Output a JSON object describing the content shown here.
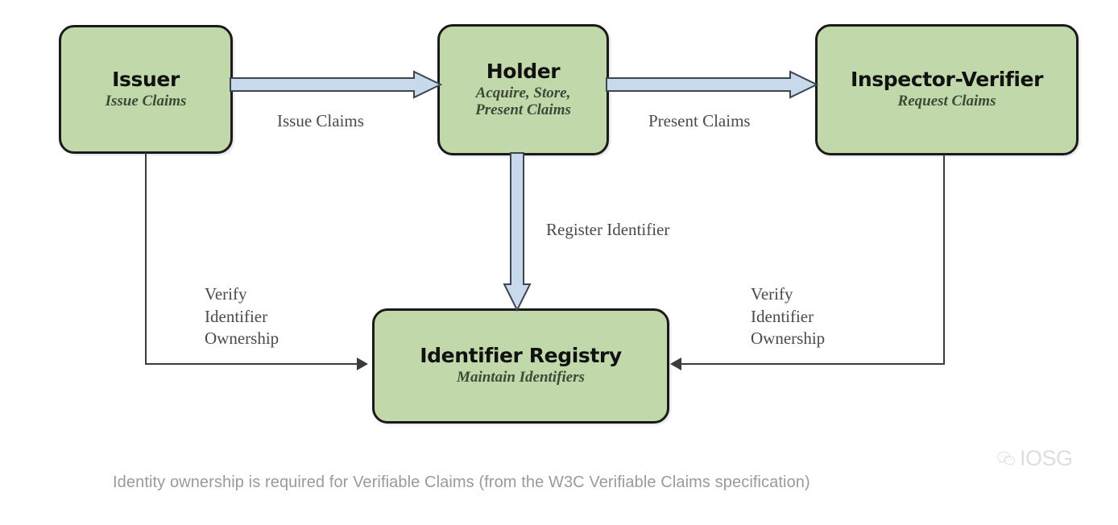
{
  "diagram": {
    "nodes": [
      {
        "id": "issuer",
        "title": "Issuer",
        "subtitle": "Issue Claims"
      },
      {
        "id": "holder",
        "title": "Holder",
        "subtitle": "Acquire, Store,\nPresent Claims"
      },
      {
        "id": "inspector",
        "title": "Inspector-Verifier",
        "subtitle": "Request Claims"
      },
      {
        "id": "registry",
        "title": "Identifier Registry",
        "subtitle": "Maintain Identifiers"
      }
    ],
    "edges": [
      {
        "id": "issue-claims",
        "label": "Issue Claims",
        "from": "issuer",
        "to": "holder",
        "style": "block-arrow",
        "direction": "right"
      },
      {
        "id": "present-claims",
        "label": "Present Claims",
        "from": "holder",
        "to": "inspector",
        "style": "block-arrow",
        "direction": "right"
      },
      {
        "id": "register-id",
        "label": "Register Identifier",
        "from": "holder",
        "to": "registry",
        "style": "block-arrow",
        "direction": "down"
      },
      {
        "id": "verify-left",
        "label": "Verify\nIdentifier\nOwnership",
        "from": "issuer",
        "to": "registry",
        "style": "thin-line",
        "direction": "right"
      },
      {
        "id": "verify-right",
        "label": "Verify\nIdentifier\nOwnership",
        "from": "inspector",
        "to": "registry",
        "style": "thin-line",
        "direction": "left"
      }
    ],
    "caption": "Identity ownership is required for Verifiable Claims (from the W3C Verifiable Claims specification)",
    "watermark": {
      "text": "IOSG",
      "icon": "wechat-icon"
    },
    "colors": {
      "node_fill": "#c1d8aa",
      "node_border": "#1a1a1a",
      "block_arrow_fill": "#c9d9ec",
      "block_arrow_border": "#3c4550",
      "line": "#3c3c3c",
      "caption_text": "#9a9a9a",
      "background": "#ffffff"
    }
  }
}
